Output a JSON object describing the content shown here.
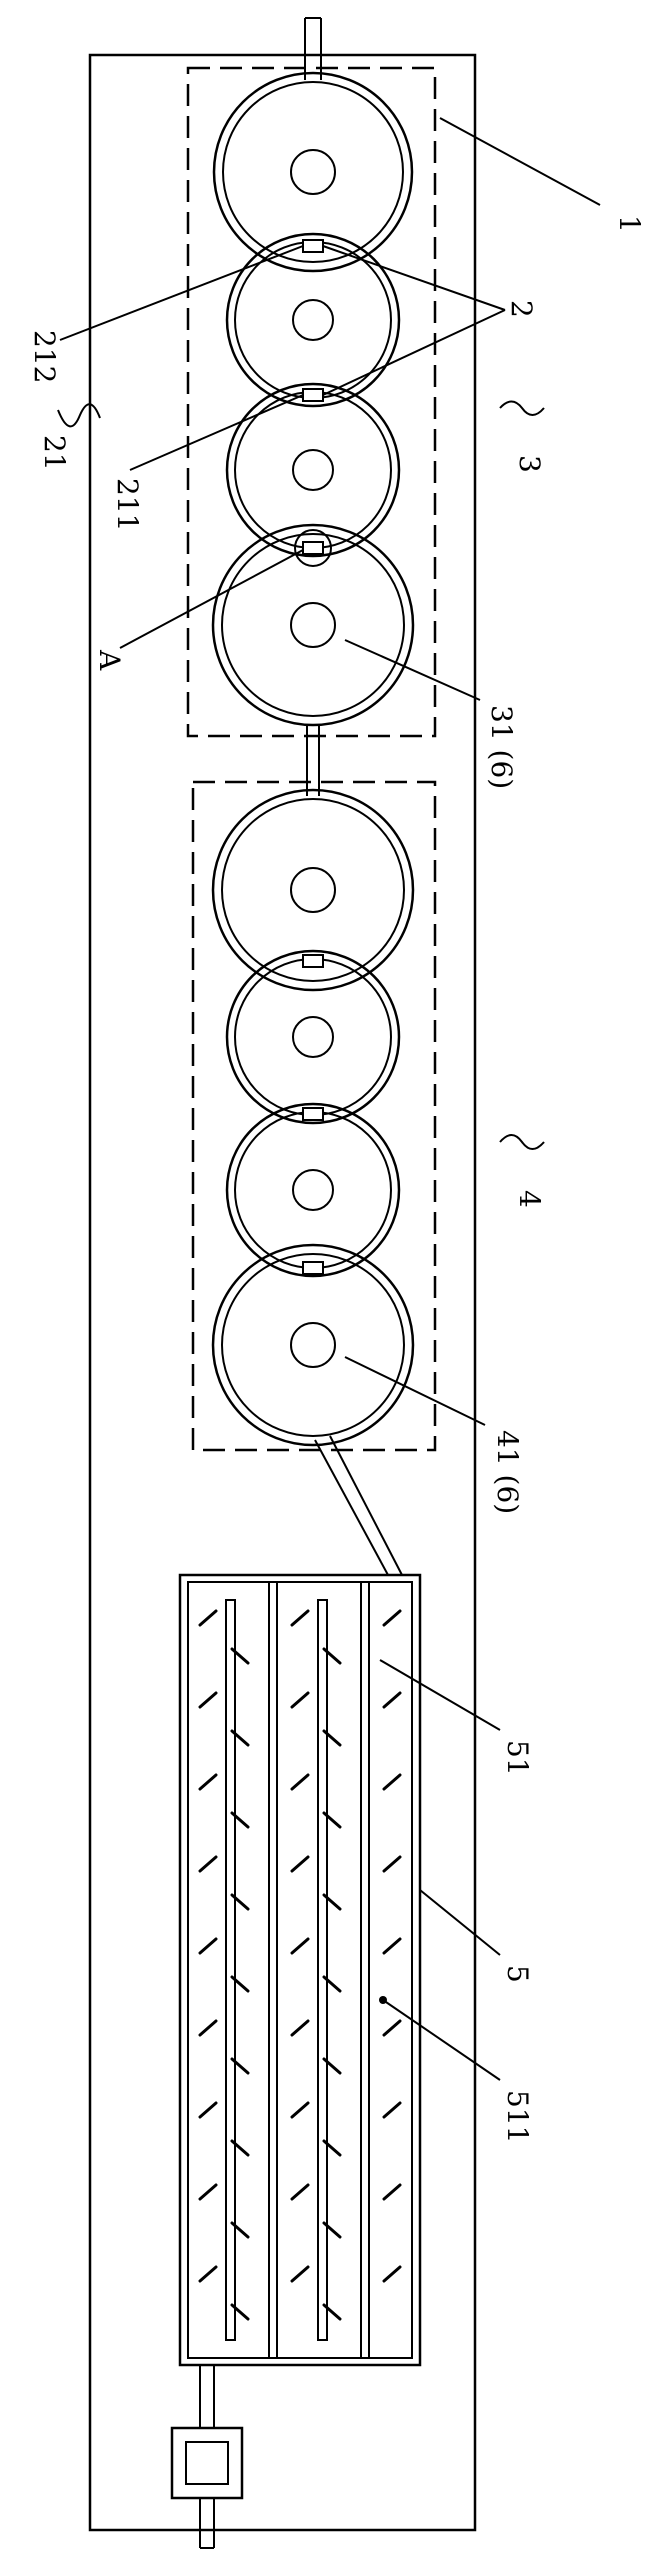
{
  "labels": {
    "l1": "1",
    "l2": "2",
    "l3": "3",
    "l4": "4",
    "l5": "5",
    "l21": "21",
    "l31": "31 (6)",
    "l41": "41 (6)",
    "l51": "51",
    "l211": "211",
    "l212": "212",
    "l511": "511",
    "lA": "A"
  },
  "colors": {
    "line": "#000000",
    "background": "#ffffff"
  }
}
